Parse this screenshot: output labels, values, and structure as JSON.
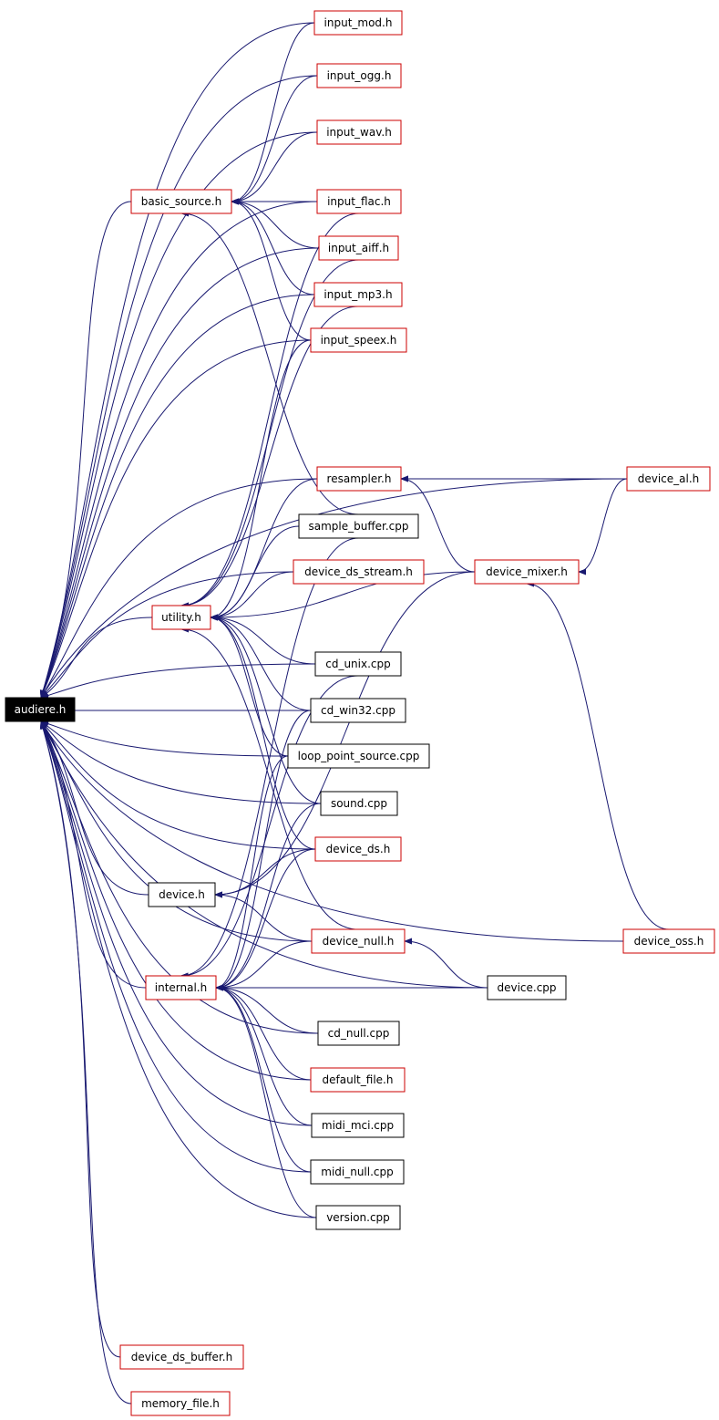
{
  "diagram": {
    "root": "audiere.h",
    "nodes": [
      {
        "id": "audiere",
        "label": "audiere.h",
        "style": "root"
      },
      {
        "id": "input_mod",
        "label": "input_mod.h",
        "style": "red"
      },
      {
        "id": "input_ogg",
        "label": "input_ogg.h",
        "style": "red"
      },
      {
        "id": "input_wav",
        "label": "input_wav.h",
        "style": "red"
      },
      {
        "id": "basic_source",
        "label": "basic_source.h",
        "style": "red"
      },
      {
        "id": "input_flac",
        "label": "input_flac.h",
        "style": "red"
      },
      {
        "id": "input_aiff",
        "label": "input_aiff.h",
        "style": "red"
      },
      {
        "id": "input_mp3",
        "label": "input_mp3.h",
        "style": "red"
      },
      {
        "id": "input_speex",
        "label": "input_speex.h",
        "style": "red"
      },
      {
        "id": "resampler",
        "label": "resampler.h",
        "style": "red"
      },
      {
        "id": "device_al",
        "label": "device_al.h",
        "style": "red"
      },
      {
        "id": "sample_buffer",
        "label": "sample_buffer.cpp",
        "style": "black"
      },
      {
        "id": "device_ds_stream",
        "label": "device_ds_stream.h",
        "style": "red"
      },
      {
        "id": "device_mixer",
        "label": "device_mixer.h",
        "style": "red"
      },
      {
        "id": "utility",
        "label": "utility.h",
        "style": "red"
      },
      {
        "id": "cd_unix",
        "label": "cd_unix.cpp",
        "style": "black"
      },
      {
        "id": "cd_win32",
        "label": "cd_win32.cpp",
        "style": "black"
      },
      {
        "id": "loop_point_source",
        "label": "loop_point_source.cpp",
        "style": "black"
      },
      {
        "id": "sound",
        "label": "sound.cpp",
        "style": "black"
      },
      {
        "id": "device_ds",
        "label": "device_ds.h",
        "style": "red"
      },
      {
        "id": "device",
        "label": "device.h",
        "style": "black"
      },
      {
        "id": "device_null",
        "label": "device_null.h",
        "style": "red"
      },
      {
        "id": "device_oss",
        "label": "device_oss.h",
        "style": "red"
      },
      {
        "id": "internal",
        "label": "internal.h",
        "style": "red"
      },
      {
        "id": "device_cpp",
        "label": "device.cpp",
        "style": "black"
      },
      {
        "id": "cd_null",
        "label": "cd_null.cpp",
        "style": "black"
      },
      {
        "id": "default_file",
        "label": "default_file.h",
        "style": "red"
      },
      {
        "id": "midi_mci",
        "label": "midi_mci.cpp",
        "style": "black"
      },
      {
        "id": "midi_null",
        "label": "midi_null.cpp",
        "style": "black"
      },
      {
        "id": "version",
        "label": "version.cpp",
        "style": "black"
      },
      {
        "id": "device_ds_buffer",
        "label": "device_ds_buffer.h",
        "style": "red"
      },
      {
        "id": "memory_file",
        "label": "memory_file.h",
        "style": "red"
      }
    ],
    "edges": [
      {
        "from": "input_mod",
        "to": "audiere"
      },
      {
        "from": "input_mod",
        "to": "basic_source"
      },
      {
        "from": "input_ogg",
        "to": "audiere"
      },
      {
        "from": "input_ogg",
        "to": "basic_source"
      },
      {
        "from": "input_wav",
        "to": "audiere"
      },
      {
        "from": "input_wav",
        "to": "basic_source"
      },
      {
        "from": "input_flac",
        "to": "audiere"
      },
      {
        "from": "input_flac",
        "to": "basic_source"
      },
      {
        "from": "input_flac",
        "to": "utility"
      },
      {
        "from": "input_aiff",
        "to": "audiere"
      },
      {
        "from": "input_aiff",
        "to": "basic_source"
      },
      {
        "from": "input_aiff",
        "to": "utility"
      },
      {
        "from": "input_mp3",
        "to": "audiere"
      },
      {
        "from": "input_mp3",
        "to": "basic_source"
      },
      {
        "from": "input_mp3",
        "to": "utility"
      },
      {
        "from": "input_speex",
        "to": "audiere"
      },
      {
        "from": "input_speex",
        "to": "basic_source"
      },
      {
        "from": "input_speex",
        "to": "utility"
      },
      {
        "from": "basic_source",
        "to": "audiere"
      },
      {
        "from": "sample_buffer",
        "to": "basic_source"
      },
      {
        "from": "sample_buffer",
        "to": "utility"
      },
      {
        "from": "sample_buffer",
        "to": "internal"
      },
      {
        "from": "resampler",
        "to": "audiere"
      },
      {
        "from": "resampler",
        "to": "utility"
      },
      {
        "from": "device_al",
        "to": "audiere"
      },
      {
        "from": "device_al",
        "to": "resampler"
      },
      {
        "from": "device_al",
        "to": "device_mixer"
      },
      {
        "from": "device_mixer",
        "to": "resampler"
      },
      {
        "from": "device_mixer",
        "to": "utility"
      },
      {
        "from": "device_mixer",
        "to": "device"
      },
      {
        "from": "device_ds_stream",
        "to": "audiere"
      },
      {
        "from": "device_ds_stream",
        "to": "utility"
      },
      {
        "from": "utility",
        "to": "audiere"
      },
      {
        "from": "cd_unix",
        "to": "audiere"
      },
      {
        "from": "cd_unix",
        "to": "utility"
      },
      {
        "from": "cd_unix",
        "to": "internal"
      },
      {
        "from": "cd_win32",
        "to": "audiere"
      },
      {
        "from": "cd_win32",
        "to": "utility"
      },
      {
        "from": "cd_win32",
        "to": "internal"
      },
      {
        "from": "loop_point_source",
        "to": "audiere"
      },
      {
        "from": "loop_point_source",
        "to": "utility"
      },
      {
        "from": "loop_point_source",
        "to": "internal"
      },
      {
        "from": "sound",
        "to": "audiere"
      },
      {
        "from": "sound",
        "to": "utility"
      },
      {
        "from": "sound",
        "to": "internal"
      },
      {
        "from": "device_ds",
        "to": "audiere"
      },
      {
        "from": "device_ds",
        "to": "utility"
      },
      {
        "from": "device_ds",
        "to": "device"
      },
      {
        "from": "device_ds",
        "to": "internal"
      },
      {
        "from": "device",
        "to": "audiere"
      },
      {
        "from": "device_null",
        "to": "audiere"
      },
      {
        "from": "device_null",
        "to": "device"
      },
      {
        "from": "device_null",
        "to": "utility"
      },
      {
        "from": "device_null",
        "to": "internal"
      },
      {
        "from": "device_oss",
        "to": "audiere"
      },
      {
        "from": "device_oss",
        "to": "device_mixer"
      },
      {
        "from": "internal",
        "to": "audiere"
      },
      {
        "from": "device_cpp",
        "to": "internal"
      },
      {
        "from": "device_cpp",
        "to": "device_null"
      },
      {
        "from": "device_cpp",
        "to": "audiere"
      },
      {
        "from": "cd_null",
        "to": "internal"
      },
      {
        "from": "cd_null",
        "to": "audiere"
      },
      {
        "from": "default_file",
        "to": "internal"
      },
      {
        "from": "default_file",
        "to": "audiere"
      },
      {
        "from": "midi_mci",
        "to": "internal"
      },
      {
        "from": "midi_mci",
        "to": "audiere"
      },
      {
        "from": "midi_null",
        "to": "internal"
      },
      {
        "from": "midi_null",
        "to": "audiere"
      },
      {
        "from": "version",
        "to": "internal"
      },
      {
        "from": "version",
        "to": "audiere"
      },
      {
        "from": "device_ds_buffer",
        "to": "audiere"
      },
      {
        "from": "memory_file",
        "to": "audiere"
      }
    ]
  },
  "colors": {
    "edge": "#191970",
    "red_border": "#cc0000",
    "black_border": "#000000",
    "root_fill": "#000000",
    "root_text": "#ffffff"
  }
}
